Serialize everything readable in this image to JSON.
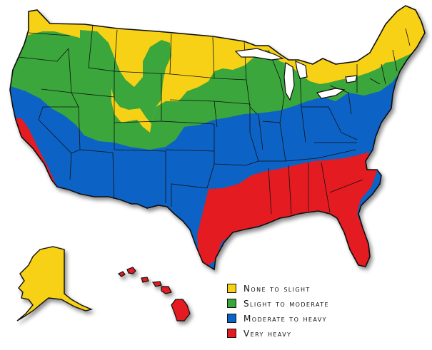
{
  "map": {
    "zones": [
      {
        "key": "slight",
        "label": "None to slight",
        "color": "#f7d117"
      },
      {
        "key": "moderate",
        "label": "Slight to moderate",
        "color": "#3aa63a"
      },
      {
        "key": "heavy",
        "label": "Moderate to heavy",
        "color": "#0a63c5"
      },
      {
        "key": "very_heavy",
        "label": "Very heavy",
        "color": "#e41b23"
      }
    ],
    "border_color": "#111111"
  }
}
